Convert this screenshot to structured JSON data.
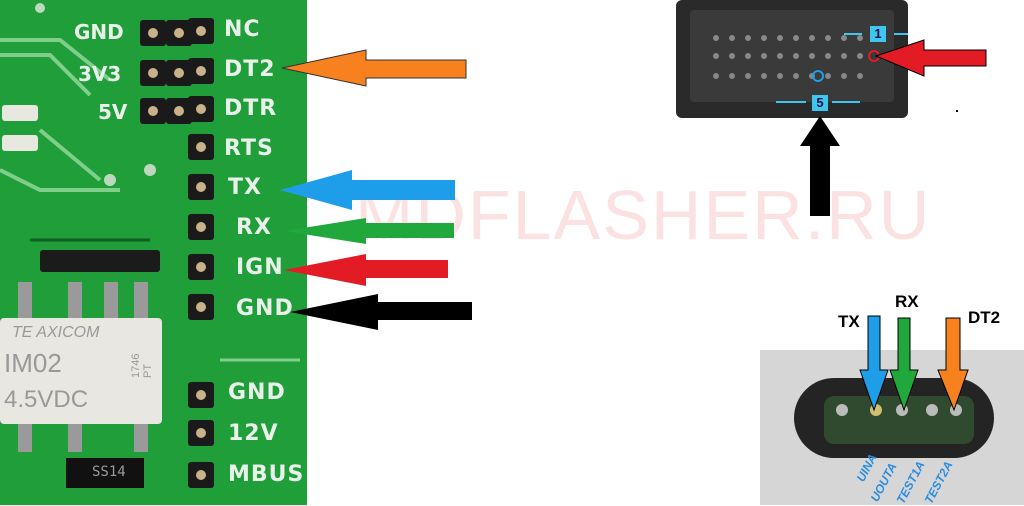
{
  "watermark": "MDFLASHER.RU",
  "pcb": {
    "left_labels": [
      "GND",
      "3V3",
      "5V"
    ],
    "pin_labels": [
      "NC",
      "DT2",
      "DTR",
      "RTS",
      "TX",
      "RX",
      "IGN",
      "GND",
      "GND",
      "12V",
      "MBUS"
    ],
    "relay_text": [
      "TE AXICOM",
      "IM02",
      "4.5VDC",
      "1746 PT"
    ],
    "diode_text": "SS14"
  },
  "connector": {
    "pin_labels": [
      "1",
      "5"
    ]
  },
  "port": {
    "signal_labels": [
      "TX",
      "RX",
      "DT2"
    ],
    "pad_labels": [
      "UINA",
      "UOUTA",
      "TEST1A",
      "TEST2A"
    ]
  },
  "colors": {
    "pcb_green": "#1f9e3a",
    "arrow_dt2": "#f7801f",
    "arrow_tx": "#1e9ee8",
    "arrow_rx": "#20a83c",
    "arrow_ign": "#e31b24",
    "arrow_gnd": "#000000"
  }
}
